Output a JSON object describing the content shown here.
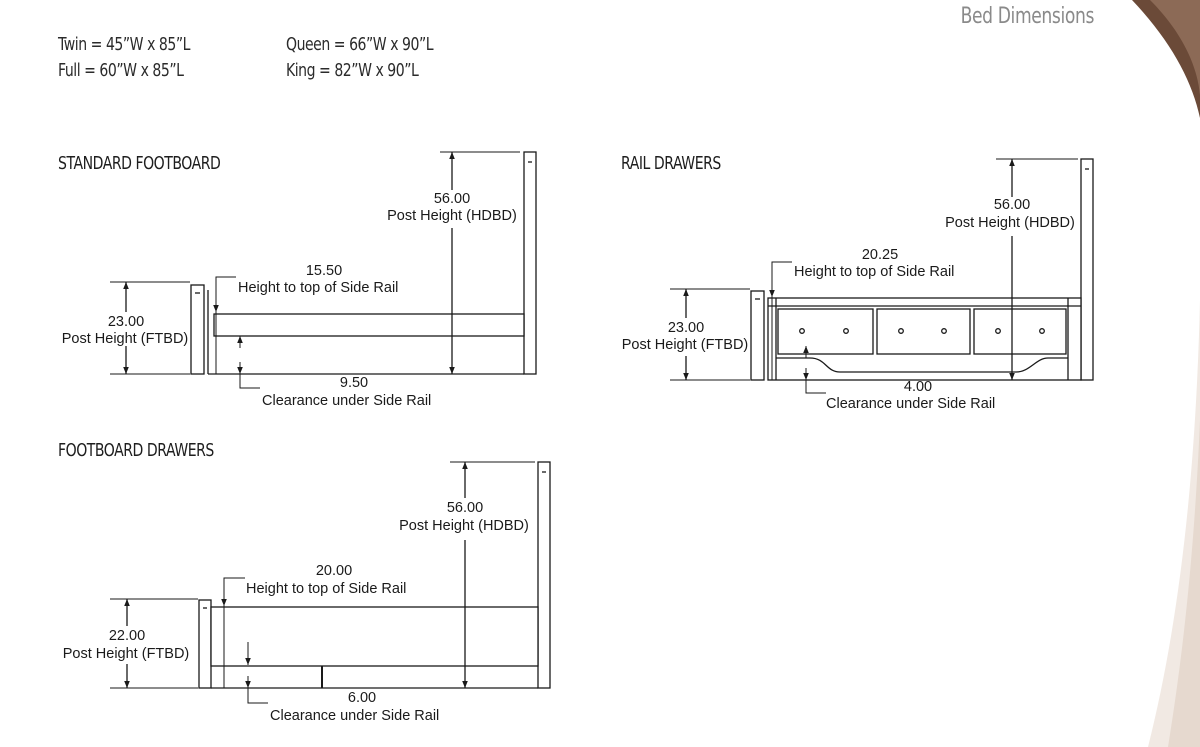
{
  "page": {
    "title": "Bed Dimensions",
    "accent_colors": [
      "#6b4a38",
      "#b89a86",
      "#e9ded6"
    ]
  },
  "sizes": [
    {
      "label": "Twin = 45”W x 85”L"
    },
    {
      "label": "Full = 60”W x 85”L"
    },
    {
      "label": "Queen = 66”W x 90”L"
    },
    {
      "label": "King = 82”W x 90”L"
    }
  ],
  "diagrams": {
    "standard": {
      "title": "STANDARD FOOTBOARD",
      "hdbd_value": "56.00",
      "hdbd_label": "Post Height (HDBD)",
      "rail_value": "15.50",
      "rail_label": "Height to top of Side Rail",
      "ftbd_value": "23.00",
      "ftbd_label": "Post Height (FTBD)",
      "clear_value": "9.50",
      "clear_label": "Clearance under Side Rail"
    },
    "rail_drawers": {
      "title": "RAIL DRAWERS",
      "hdbd_value": "56.00",
      "hdbd_label": "Post Height (HDBD)",
      "rail_value": "20.25",
      "rail_label": "Height to top of Side Rail",
      "ftbd_value": "23.00",
      "ftbd_label": "Post Height (FTBD)",
      "clear_value": "4.00",
      "clear_label": "Clearance under Side Rail"
    },
    "footboard_drawers": {
      "title": "FOOTBOARD DRAWERS",
      "hdbd_value": "56.00",
      "hdbd_label": "Post Height (HDBD)",
      "rail_value": "20.00",
      "rail_label": "Height to top of Side Rail",
      "ftbd_value": "22.00",
      "ftbd_label": "Post Height (FTBD)",
      "clear_value": "6.00",
      "clear_label": "Clearance under Side Rail"
    }
  }
}
